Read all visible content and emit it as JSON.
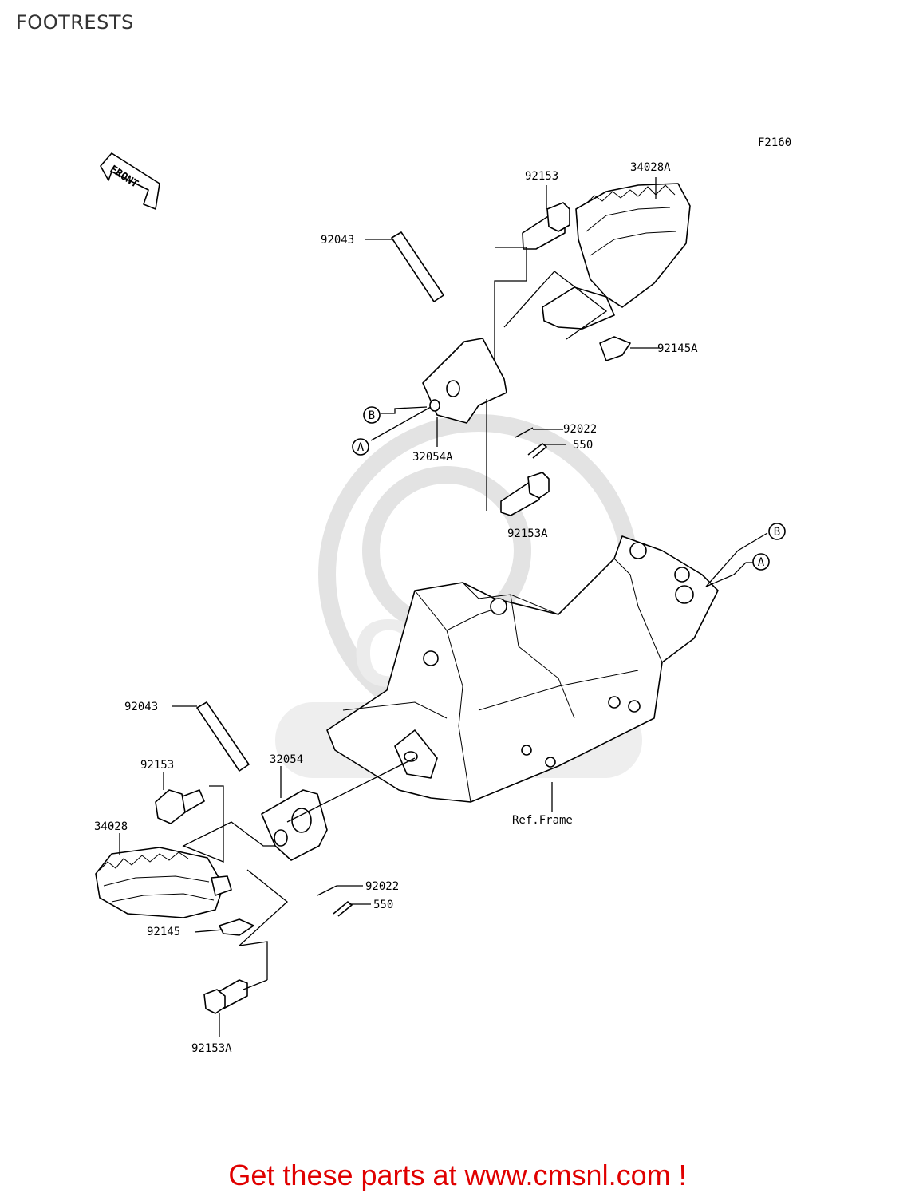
{
  "page": {
    "title": "FOOTRESTS"
  },
  "diagram": {
    "figure_code": "F2160",
    "front_arrow": "FRONT",
    "callouts": {
      "A": "A",
      "B": "B"
    },
    "upper_labels": {
      "p92153": "92153",
      "p34028A": "34028A",
      "p92043": "92043",
      "p92145A": "92145A",
      "p92022": "92022",
      "p550": "550",
      "p32054A": "32054A",
      "p92153A": "92153A"
    },
    "frame_label": "Ref.Frame",
    "lower_labels": {
      "p92043": "92043",
      "p32054": "32054",
      "p92153": "92153",
      "p34028": "34028",
      "p92022": "92022",
      "p550": "550",
      "p92145": "92145",
      "p92153A": "92153A"
    },
    "watermark": "CMS"
  },
  "footer": {
    "text": "Get these parts at www.cmsnl.com !"
  },
  "colors": {
    "footer": "#e00000",
    "ink": "#000000",
    "watermark": "#e3e3e3"
  }
}
